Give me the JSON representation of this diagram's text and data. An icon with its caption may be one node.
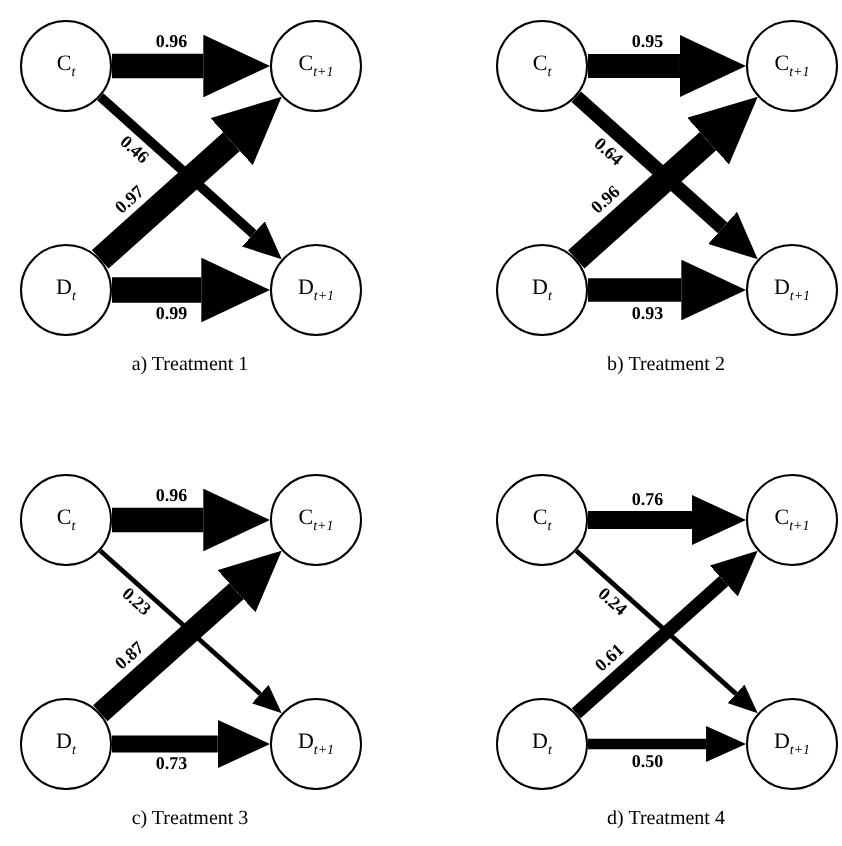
{
  "diagram": {
    "nodes": [
      {
        "text": [
          "C$_{t}$"
        ]
      },
      {
        "text": [
          "C$_{t+1}$"
        ]
      },
      {
        "text": [
          "D$_{t}$"
        ]
      },
      {
        "text": [
          "D$_{t+1}$"
        ]
      },
      {
        "text": [
          "C$_{t}$"
        ]
      },
      {
        "text": [
          "C$_{t+1}$"
        ]
      },
      {
        "text": [
          "D$_{t}$"
        ]
      },
      {
        "text": [
          "D$_{t+1}$"
        ]
      },
      {
        "text": [
          "C$_{t}$"
        ]
      },
      {
        "text": [
          "C$_{t+1}$"
        ]
      },
      {
        "text": [
          "D$_{t}$"
        ]
      },
      {
        "text": [
          "D$_{t+1}$"
        ]
      },
      {
        "text": [
          "C$_{t}$"
        ]
      },
      {
        "text": [
          "C$_{t+1}$"
        ]
      },
      {
        "text": [
          "D$_{t}$"
        ]
      },
      {
        "text": [
          "D$_{t+1}$"
        ]
      }
    ],
    "edges": [
      {
        "from": 0,
        "to": 1,
        "arrow": "to",
        "label": "0.96"
      },
      {
        "from": 0,
        "to": 3,
        "arrow": "to",
        "label": "0.46"
      },
      {
        "from": 2,
        "to": 1,
        "arrow": "to",
        "label": "0.97"
      },
      {
        "from": 2,
        "to": 3,
        "arrow": "to",
        "label": "0.99"
      },
      {
        "from": 4,
        "to": 5,
        "arrow": "to",
        "label": "0.95"
      },
      {
        "from": 4,
        "to": 7,
        "arrow": "to",
        "label": "0.64"
      },
      {
        "from": 6,
        "to": 5,
        "arrow": "to",
        "label": "0.96"
      },
      {
        "from": 6,
        "to": 7,
        "arrow": "to",
        "label": "0.93"
      },
      {
        "from": 8,
        "to": 9,
        "arrow": "to",
        "label": "0.96"
      },
      {
        "from": 8,
        "to": 11,
        "arrow": "to",
        "label": "0.23"
      },
      {
        "from": 10,
        "to": 9,
        "arrow": "to",
        "label": "0.87"
      },
      {
        "from": 10,
        "to": 11,
        "arrow": "to",
        "label": "0.73"
      },
      {
        "from": 12,
        "to": 13,
        "arrow": "to",
        "label": "0.76"
      },
      {
        "from": 12,
        "to": 15,
        "arrow": "to",
        "label": "0.24"
      },
      {
        "from": 14,
        "to": 13,
        "arrow": "to",
        "label": "0.61"
      },
      {
        "from": 14,
        "to": 15,
        "arrow": "to",
        "label": "0.50"
      }
    ],
    "labels": [
      "a) Treatment 1",
      "b) Treatment 2",
      "c) Treatment 3",
      "d) Treatment 4"
    ]
  }
}
